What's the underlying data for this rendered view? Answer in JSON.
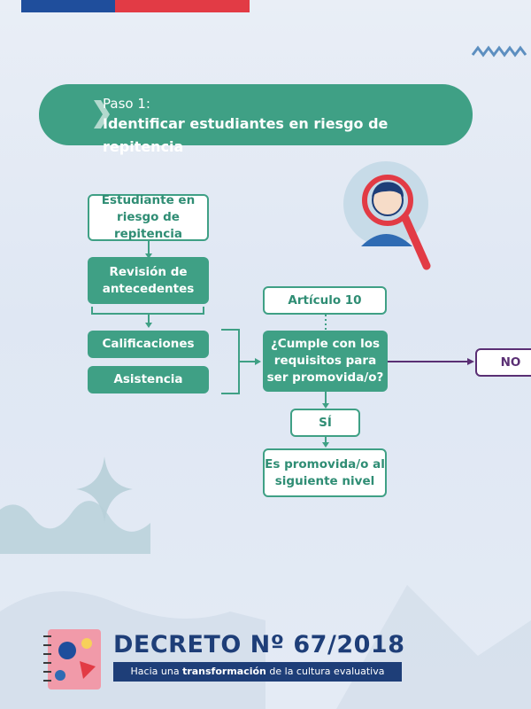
{
  "step": {
    "number_label": "Paso 1:",
    "title": "Identificar estudiantes en riesgo de repitencia"
  },
  "flow": {
    "student_at_risk": "Estudiante en riesgo de repitencia",
    "review_background": "Revisión de antecedentes",
    "grades": "Calificaciones",
    "attendance": "Asistencia",
    "article": "Artículo 10",
    "question": "¿Cumple con los requisitos para ser promovida/o?",
    "yes": "SÍ",
    "no": "NO",
    "result": "Es promovida/o al siguiente nivel"
  },
  "footer": {
    "title": "DECRETO Nº 67/2018",
    "subtitle_before": "Hacia una ",
    "subtitle_bold": "transformación",
    "subtitle_after": " de la cultura evaluativa"
  },
  "colors": {
    "primary_green": "#3fa085",
    "dark_blue": "#1e3e78",
    "purple": "#5a2f74",
    "accent_red": "#e23b45"
  }
}
